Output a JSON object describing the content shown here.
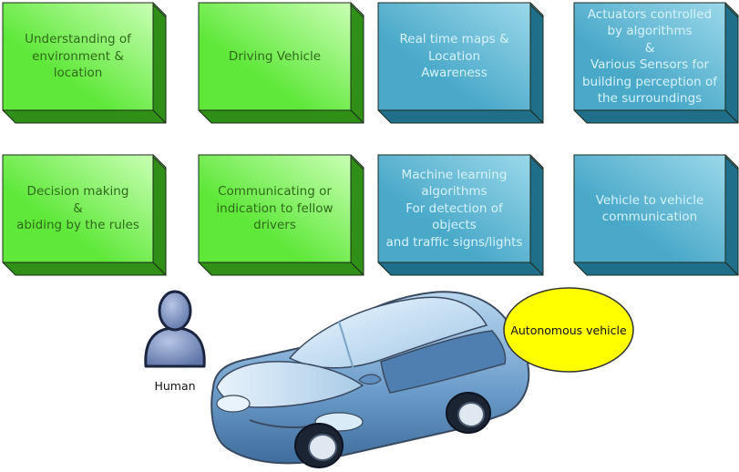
{
  "boxes": [
    {
      "id": "b1",
      "style": "green",
      "text": "Understanding of\nenvironment & location"
    },
    {
      "id": "b2",
      "style": "green",
      "text": "Driving Vehicle"
    },
    {
      "id": "b3",
      "style": "blue",
      "text": "Real time maps &\nLocation\nAwareness"
    },
    {
      "id": "b4",
      "style": "blue",
      "text": "Actuators controlled\nby algorithms\n&\nVarious Sensors for\nbuilding perception of\nthe surroundings"
    },
    {
      "id": "b5",
      "style": "green",
      "text": "Decision making\n&\nabiding by the rules"
    },
    {
      "id": "b6",
      "style": "green",
      "text": "Communicating or\nindication to fellow\ndrivers"
    },
    {
      "id": "b7",
      "style": "blue",
      "text": "Machine learning\nalgorithms\nFor detection of objects\nand traffic signs/lights"
    },
    {
      "id": "b8",
      "style": "blue",
      "text": "Vehicle to vehicle\ncommunication"
    }
  ],
  "human": {
    "label": "Human"
  },
  "vehicle": {
    "label": "Autonomous vehicle"
  },
  "colors": {
    "green_face": "#5fe83a",
    "green_light": "#c9ffb4",
    "green_side": "#2f8f16",
    "green_top": "#8cf26d",
    "blue_face": "#4aa9c9",
    "blue_light": "#9bd8ea",
    "blue_side": "#1f6e8a",
    "blue_top": "#6cc0da",
    "bubble": "#ffff00",
    "car_body": "#6f9fcc",
    "person": "#8096c4"
  }
}
